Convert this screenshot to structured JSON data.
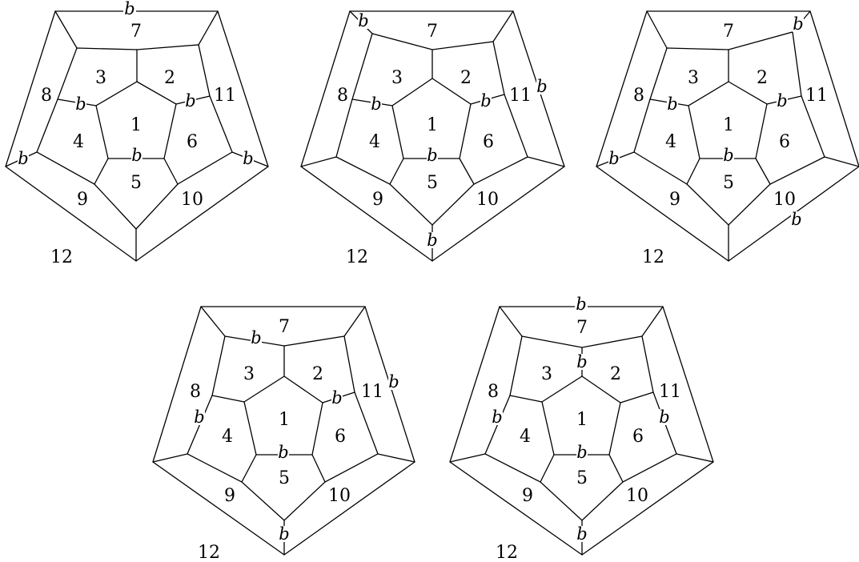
{
  "face_labels": [
    "1",
    "2",
    "3",
    "4",
    "5",
    "6",
    "7",
    "8",
    "9",
    "10",
    "11",
    "12"
  ],
  "vertex_label": "b",
  "colors": {
    "line": "#000000",
    "background": "#ffffff"
  },
  "diagrams": [
    {
      "id": "diagram-1",
      "b_vertices": [
        "outer-top",
        "b-left-inner",
        "b-right-inner",
        "b-bottom-inner",
        "outer-left",
        "outer-right"
      ]
    },
    {
      "id": "diagram-2",
      "b_vertices": [
        "b-top-left-outer",
        "b-left-inner",
        "b-right-inner",
        "b-bottom-inner",
        "b-right-outer",
        "b-bottom-outer"
      ]
    },
    {
      "id": "diagram-3",
      "b_vertices": [
        "b-top-right-outer",
        "b-left-inner",
        "b-right-inner",
        "b-bottom-inner",
        "outer-left",
        "b-bottom-right-outer"
      ]
    },
    {
      "id": "diagram-4",
      "b_vertices": [
        "b-top-left-ring",
        "b-left-ring",
        "b-right-inner",
        "b-bottom-inner",
        "b-right-outer",
        "b-bottom-outer"
      ]
    },
    {
      "id": "diagram-5",
      "b_vertices": [
        "outer-top",
        "b-top-ring",
        "b-left-ring",
        "b-right-ring",
        "b-bottom-inner",
        "b-bottom-outer"
      ]
    }
  ]
}
